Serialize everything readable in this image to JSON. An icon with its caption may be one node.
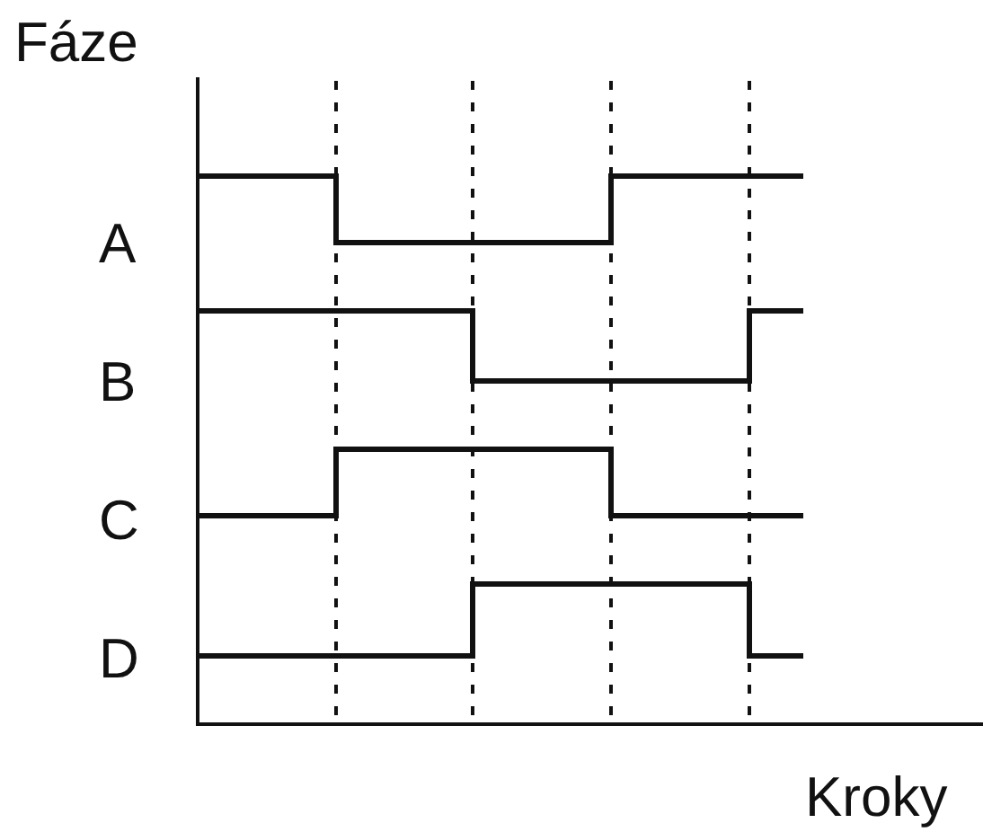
{
  "diagram": {
    "labels": [
      "Fáze",
      "A",
      "B",
      "C",
      "D",
      "Kroky"
    ]
  }
}
